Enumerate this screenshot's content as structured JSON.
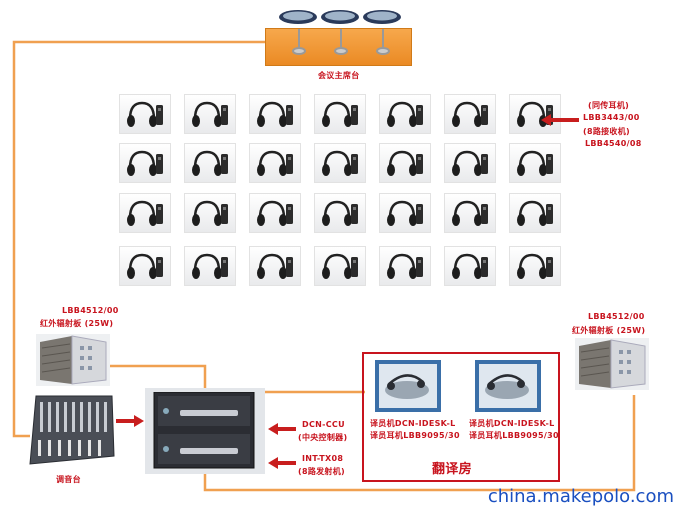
{
  "chairman": {
    "label": "会议主席台"
  },
  "receiver": {
    "line1": "(同传耳机)",
    "line2": "LBB3443/00",
    "line3": "(8路接收机)",
    "line4": "LBB4540/08"
  },
  "radiator_left": {
    "model": "LBB4512/00",
    "name": "红外辐射板 (25W)"
  },
  "radiator_right": {
    "model": "LBB4512/00",
    "name": "红外辐射板 (25W)"
  },
  "ccu": {
    "model": "DCN-CCU",
    "name": "(中央控制器)"
  },
  "tx": {
    "model": "INT-TX08",
    "name": "(8路发射机)"
  },
  "mixer": {
    "label": "调音台"
  },
  "booth": {
    "title": "翻译房",
    "desk1": {
      "line1": "译员机DCN-IDESK-L",
      "line2": "译员耳机LBB9095/30"
    },
    "desk2": {
      "line1": "译员机DCN-IDESK-L",
      "line2": "译员耳机LBB9095/30"
    }
  },
  "grid": {
    "rows": 4,
    "cols": 7
  },
  "watermark": "china.makepolo.com",
  "colors": {
    "wire": "#f0a050",
    "label": "#c8141e",
    "arrow": "#c81e1e",
    "table": "#f0902e"
  }
}
